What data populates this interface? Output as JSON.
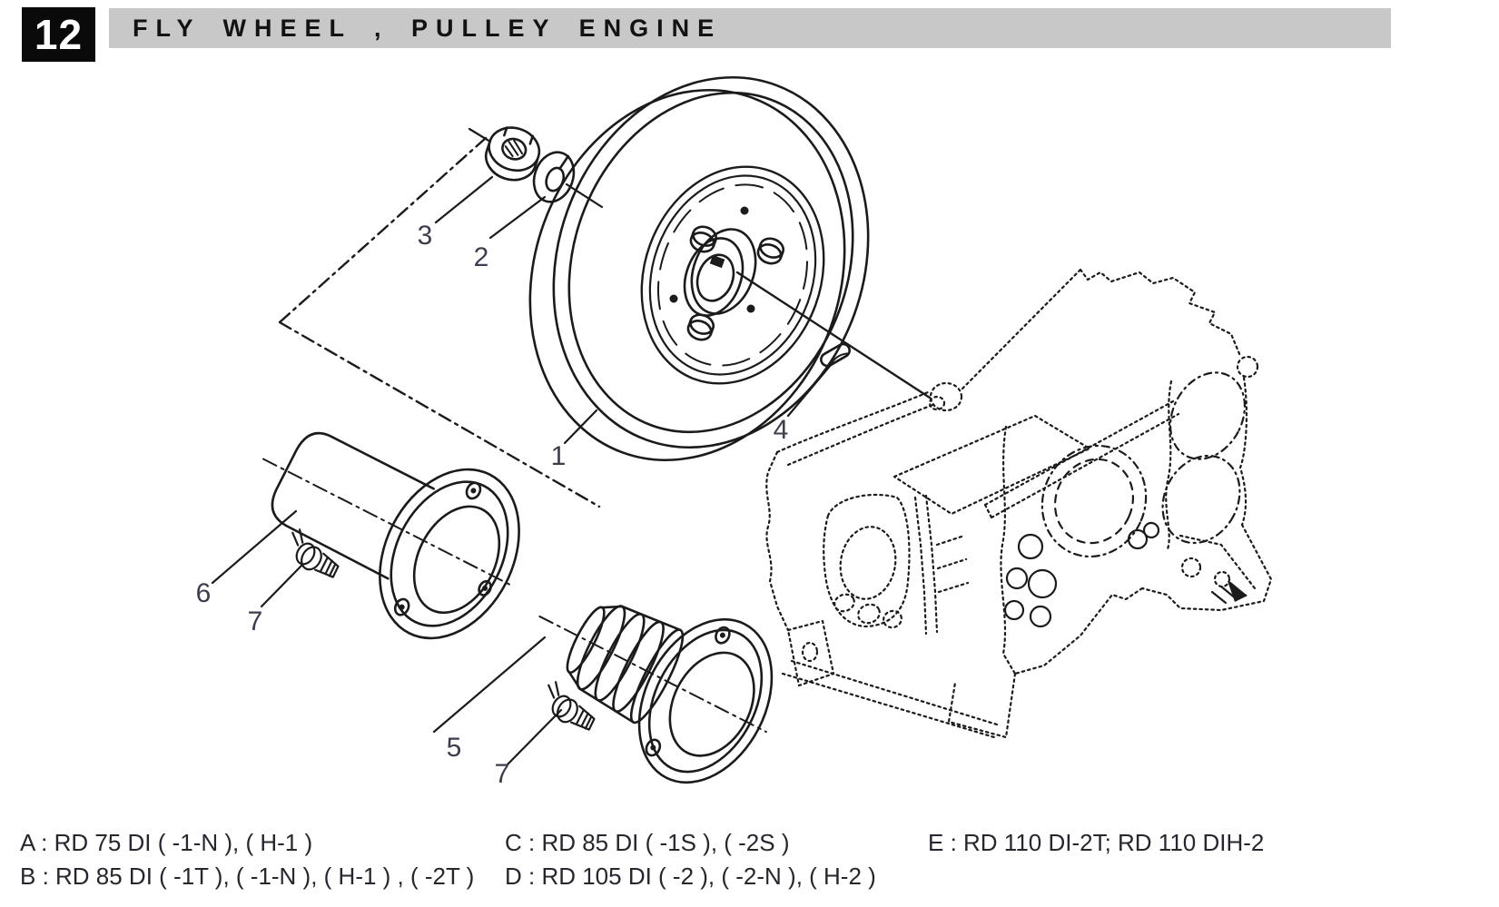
{
  "header": {
    "section_number": "12",
    "title": "FLY WHEEL , PULLEY ENGINE"
  },
  "diagram": {
    "callouts": [
      "1",
      "2",
      "3",
      "4",
      "5",
      "6",
      "7",
      "7"
    ]
  },
  "applicability": {
    "col1": [
      "A : RD 75 DI ( -1-N ), ( H-1 )",
      "B : RD 85 DI ( -1T ), ( -1-N ), ( H-1 ) , ( -2T )"
    ],
    "col2": [
      "C : RD 85 DI ( -1S ), ( -2S )",
      "D : RD 105 DI ( -2 ), ( -2-N ), ( H-2 )"
    ],
    "col3": [
      "E : RD 110 DI-2T; RD 110 DIH-2"
    ]
  },
  "colors": {
    "title_bar": "#c8c8c8",
    "section_box": "#0a0a0a",
    "ink": "#1b1b1b",
    "text": "#26262e"
  }
}
